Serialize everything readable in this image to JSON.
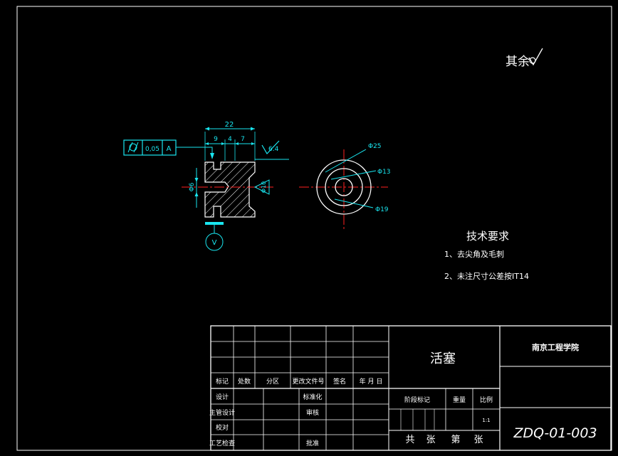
{
  "surface_note": {
    "label": "其余",
    "symbol": "surface-roughness-symbol"
  },
  "frame_tolerance": {
    "symbol": "cylindricity-symbol",
    "value": "0,05",
    "datum": "A"
  },
  "dimensions": {
    "overall_length": "22",
    "seg_1": "9",
    "seg_2": "4",
    "seg_3": "7",
    "roughness_right": "6.4",
    "left_diameter": "Φ6",
    "right_diameter": "Φ10",
    "outer_diameter": "Φ25",
    "middle_diameter": "Φ13",
    "inner_diameter": "Φ19"
  },
  "datum_marker": {
    "letter": "V"
  },
  "tech_requirements": {
    "title": "技术要求",
    "items": [
      "1、去尖角及毛刺",
      "2、未注尺寸公差按IT14"
    ]
  },
  "title_block": {
    "part_name": "活塞",
    "school": "南京工程学院",
    "drawing_number": "ZDQ-01-003",
    "revision_headers": [
      "标记",
      "处数",
      "分区",
      "更改文件号",
      "签名",
      "年 月 日"
    ],
    "sign_rows": [
      {
        "left": "设计",
        "mid": "标准化"
      },
      {
        "left": "主管设计",
        "mid": "审核"
      },
      {
        "left": "校对",
        "mid": ""
      },
      {
        "left": "工艺检查",
        "mid": "批准"
      }
    ],
    "stage_label": "阶段标记",
    "weight_label": "重量",
    "scale_label": "比例",
    "scale_value": "1:1",
    "sheet_total_label": "共",
    "sheet_total_unit": "张",
    "sheet_number_label": "第",
    "sheet_number_unit": "张"
  }
}
